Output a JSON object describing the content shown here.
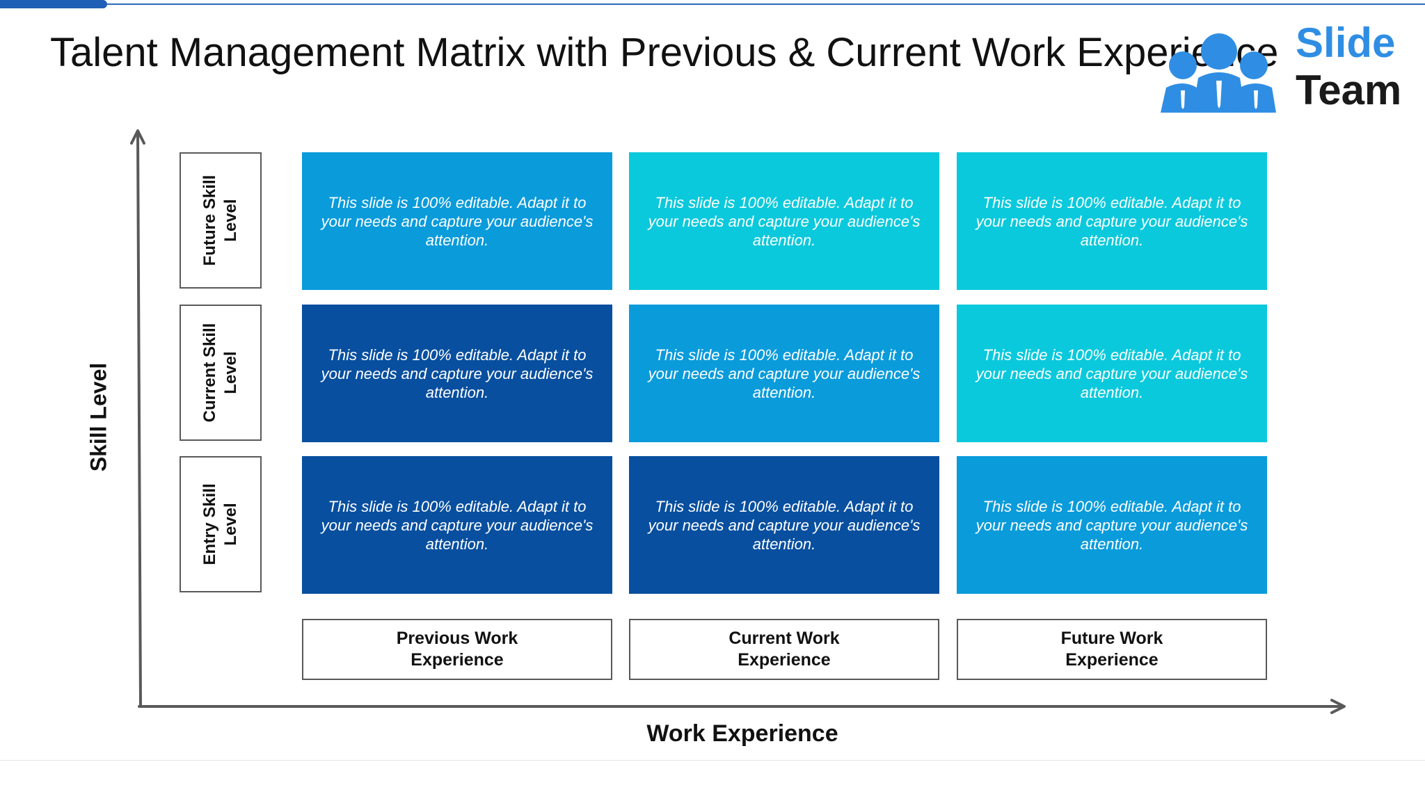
{
  "header": {
    "title": "Talent Management Matrix with Previous & Current Work Experience",
    "accent_color": "#1f5fb5"
  },
  "logo": {
    "line1": "Slide",
    "line2": "Team",
    "icon": "people-group-icon",
    "color": "#2f8ee3"
  },
  "axes": {
    "y_title": "Skill Level",
    "x_title": "Work Experience"
  },
  "row_labels": [
    "Future Skill Level",
    "Current Skill Level",
    "Entry Skill Level"
  ],
  "col_labels": [
    "Previous Work Experience",
    "Current Work Experience",
    "Future Work Experience"
  ],
  "matrix": {
    "rows": [
      {
        "cells": [
          {
            "text": "This slide is 100% editable. Adapt it to your needs and capture your audience's attention.",
            "color": "#0a9bdb"
          },
          {
            "text": "This slide is 100% editable. Adapt it to your needs and capture your audience's attention.",
            "color": "#0bc9dc"
          },
          {
            "text": "This slide is 100% editable. Adapt it to your needs and capture your audience's attention.",
            "color": "#0bc9dc"
          }
        ]
      },
      {
        "cells": [
          {
            "text": "This slide is 100% editable. Adapt it to your needs and capture your audience's attention.",
            "color": "#084f9f"
          },
          {
            "text": "This slide is 100% editable. Adapt it to your needs and capture your audience's attention.",
            "color": "#0a9bdb"
          },
          {
            "text": "This slide is 100% editable. Adapt it to your needs and capture your audience's attention.",
            "color": "#0bc9dc"
          }
        ]
      },
      {
        "cells": [
          {
            "text": "This slide is 100% editable. Adapt it to your needs and capture your audience's attention.",
            "color": "#084f9f"
          },
          {
            "text": "This slide is 100% editable. Adapt it to your needs and capture your audience's attention.",
            "color": "#084f9f"
          },
          {
            "text": "This slide is 100% editable. Adapt it to your needs and capture your audience's attention.",
            "color": "#0a9bdb"
          }
        ]
      }
    ]
  }
}
